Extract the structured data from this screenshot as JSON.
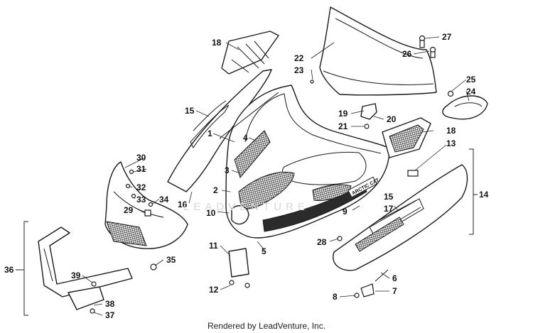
{
  "footer": {
    "credit": "Rendered by LeadVenture, Inc."
  },
  "watermark": {
    "text": "LEADVENTURE"
  },
  "decal": {
    "brand": "ARCTIC CAT"
  },
  "callouts": [
    {
      "id": "c27",
      "label": "27"
    },
    {
      "id": "c18a",
      "label": "18"
    },
    {
      "id": "c22",
      "label": "22"
    },
    {
      "id": "c26",
      "label": "26"
    },
    {
      "id": "c23",
      "label": "23"
    },
    {
      "id": "c25",
      "label": "25"
    },
    {
      "id": "c24",
      "label": "24"
    },
    {
      "id": "c15a",
      "label": "15"
    },
    {
      "id": "c19",
      "label": "19"
    },
    {
      "id": "c20",
      "label": "20"
    },
    {
      "id": "c21",
      "label": "21"
    },
    {
      "id": "c1",
      "label": "1"
    },
    {
      "id": "c4",
      "label": "4"
    },
    {
      "id": "c18b",
      "label": "18"
    },
    {
      "id": "c13",
      "label": "13"
    },
    {
      "id": "c30",
      "label": "30"
    },
    {
      "id": "c31",
      "label": "31"
    },
    {
      "id": "c3",
      "label": "3"
    },
    {
      "id": "c14",
      "label": "14"
    },
    {
      "id": "c32",
      "label": "32"
    },
    {
      "id": "c2",
      "label": "2"
    },
    {
      "id": "c33",
      "label": "33"
    },
    {
      "id": "c34",
      "label": "34"
    },
    {
      "id": "c15b",
      "label": "15"
    },
    {
      "id": "c29",
      "label": "29"
    },
    {
      "id": "c16",
      "label": "16"
    },
    {
      "id": "c17",
      "label": "17"
    },
    {
      "id": "c9",
      "label": "9"
    },
    {
      "id": "c10",
      "label": "10"
    },
    {
      "id": "c28",
      "label": "28"
    },
    {
      "id": "c11",
      "label": "11"
    },
    {
      "id": "c5",
      "label": "5"
    },
    {
      "id": "c36",
      "label": "36"
    },
    {
      "id": "c35",
      "label": "35"
    },
    {
      "id": "c6",
      "label": "6"
    },
    {
      "id": "c39",
      "label": "39"
    },
    {
      "id": "c12",
      "label": "12"
    },
    {
      "id": "c7",
      "label": "7"
    },
    {
      "id": "c8",
      "label": "8"
    },
    {
      "id": "c38",
      "label": "38"
    },
    {
      "id": "c37",
      "label": "37"
    }
  ]
}
